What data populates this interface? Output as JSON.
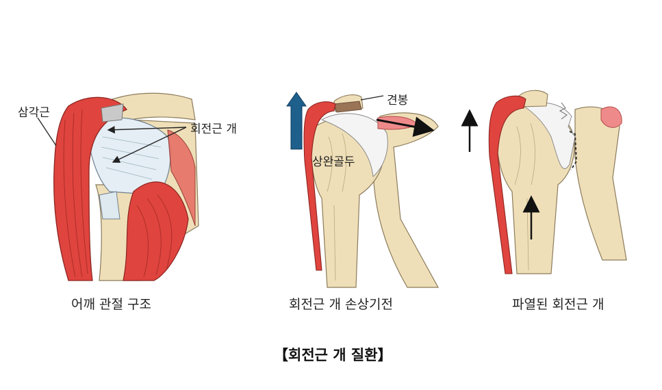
{
  "figures": [
    {
      "caption": "어깨 관절 구조",
      "labels": {
        "deltoid": "삼각근",
        "rotator_cuff": "회전근 개"
      }
    },
    {
      "caption": "회전근 개 손상기전",
      "labels": {
        "acromion": "견봉",
        "humeral_head": "상완골두"
      }
    },
    {
      "caption": "파열된 회전근 개",
      "labels": {}
    }
  ],
  "title": "【회전근 개 질환】",
  "colors": {
    "muscle": "#e0443e",
    "muscle_dark": "#b52a27",
    "bone": "#efdfb8",
    "bone_line": "#8a7a5a",
    "cuff": "#e4eef4",
    "arrow_blue": "#1e5f8c",
    "arrow_black": "#111111",
    "acromion_brown": "#9a7456"
  }
}
